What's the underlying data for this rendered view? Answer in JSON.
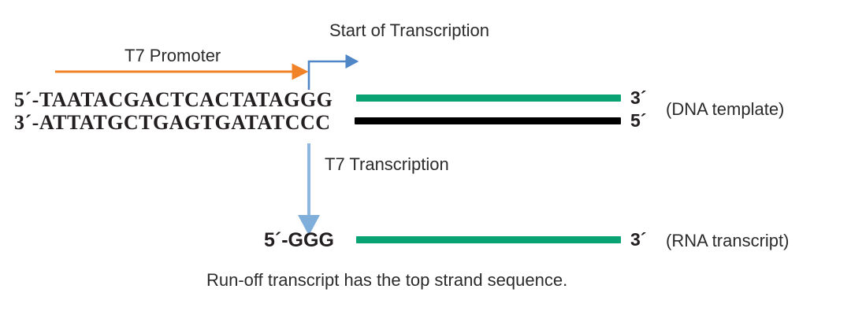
{
  "figure": {
    "title_labels": {
      "promoter": "T7 Promoter",
      "start_of_transcription": "Start of Transcription",
      "transcription_step": "T7 Transcription"
    },
    "dna": {
      "top_strand": {
        "five_prime": "5´-",
        "sequence": "TAATACGACTCACTATAGGG",
        "three_prime": "3´"
      },
      "bottom_strand": {
        "three_prime": "3´-",
        "sequence": "ATTATGCTGAGTGATATCCC",
        "five_prime": "5´"
      },
      "annotation": "(DNA template)"
    },
    "rna": {
      "five_prime_label": "5´-GGG",
      "three_prime_label": "3´",
      "annotation": "(RNA transcript)"
    },
    "caption": "Run-off transcript has the top strand sequence.",
    "colors": {
      "promoter_arrow": "#F08228",
      "transcription_arrow": "#6699CC",
      "coding_strand": "#09A273",
      "template_strand": "#000000",
      "text": "#2b2b2b",
      "background": "#ffffff"
    }
  }
}
